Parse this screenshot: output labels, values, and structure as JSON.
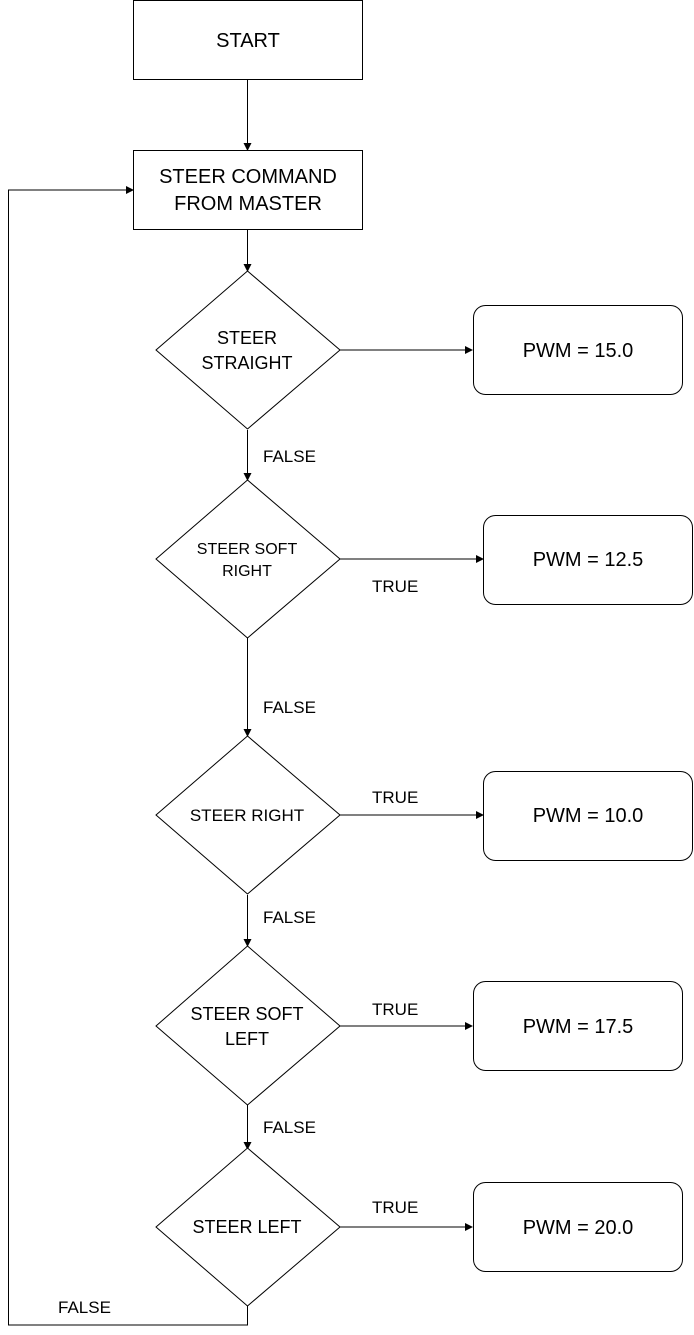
{
  "flowchart": {
    "start": {
      "label": [
        "START"
      ]
    },
    "command": {
      "label": [
        "STEER COMMAND",
        "FROM MASTER"
      ]
    },
    "decisions": [
      {
        "id": "straight",
        "label": [
          "STEER",
          "STRAIGHT"
        ]
      },
      {
        "id": "soft-right",
        "label": [
          "STEER SOFT",
          "RIGHT"
        ]
      },
      {
        "id": "right",
        "label": [
          "STEER RIGHT"
        ]
      },
      {
        "id": "soft-left",
        "label": [
          "STEER SOFT",
          "LEFT"
        ]
      },
      {
        "id": "left",
        "label": [
          "STEER LEFT"
        ]
      }
    ],
    "outputs": [
      {
        "label": "PWM = 15.0"
      },
      {
        "label": "PWM = 12.5"
      },
      {
        "label": "PWM = 10.0"
      },
      {
        "label": "PWM = 17.5"
      },
      {
        "label": "PWM = 20.0"
      }
    ],
    "edge_labels": {
      "false_1": "FALSE",
      "false_2": "FALSE",
      "false_3": "FALSE",
      "false_4": "FALSE",
      "false_loop": "FALSE",
      "true_soft_right": "TRUE",
      "true_right": "TRUE",
      "true_soft_left": "TRUE",
      "true_left": "TRUE"
    }
  }
}
